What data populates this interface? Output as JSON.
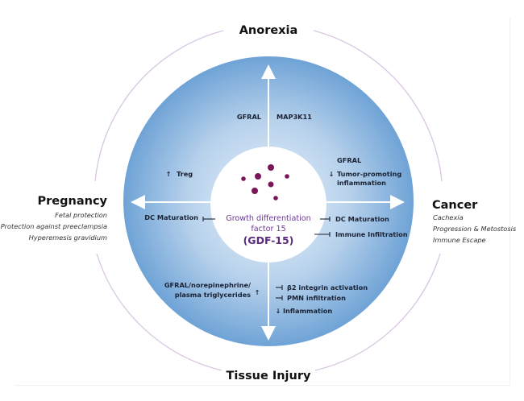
{
  "diagram": {
    "title": "GDF-15 pathways",
    "colors": {
      "outer_ring": "#d9c6e2",
      "blue_edge": "#6fa3d6",
      "blue_center": "#e9f1fa",
      "center_fill": "#ffffff",
      "dot": "#7a1559",
      "center_text": "#6b3a8f",
      "arrow": "#ffffff",
      "label_text": "#1a2233"
    },
    "center": {
      "line1": "Growth differentiation",
      "line2": "factor 15",
      "line3": "(GDF-15)"
    },
    "categories": {
      "top": {
        "title": "Anorexia"
      },
      "bottom": {
        "title": "Tissue Injury"
      },
      "left": {
        "title": "Pregnancy",
        "items": [
          "Fetal protection",
          "Protection against preeclampsia",
          "Hyperemesis gravidium"
        ]
      },
      "right": {
        "title": "Cancer",
        "items": [
          "Cachexia",
          "Progression & Metostosis",
          "Immune Escape"
        ]
      }
    },
    "labels": {
      "top_left": "GFRAL",
      "top_right": "MAP3K11",
      "left_upper": "Treg",
      "left_lower": "DC Maturation",
      "right_upper_title": "GFRAL",
      "right_upper_line1": "Tumor-promoting",
      "right_upper_line2": "inflammation",
      "right_lower_1": "DC Maturation",
      "right_lower_2": "Immune Infiltration",
      "bottom_left_line1": "GFRAL/norepinephrine/",
      "bottom_left_line2": "plasma triglycerides",
      "bottom_right_1": "β2 integrin activation",
      "bottom_right_2": "PMN infiltration",
      "bottom_right_3": "Inflammation"
    },
    "symbols": {
      "up_arrow": "↑",
      "down_arrow": "↓",
      "inhibit_right": "⊣",
      "inhibit_left": "⊢"
    }
  }
}
